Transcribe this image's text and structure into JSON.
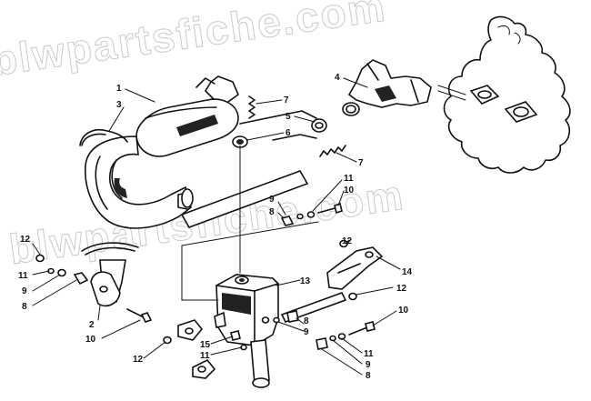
{
  "watermark": "blwpartsfiche.com",
  "callouts": [
    {
      "id": "c1",
      "text": "1"
    },
    {
      "id": "c3",
      "text": "3"
    },
    {
      "id": "c4",
      "text": "4"
    },
    {
      "id": "c5",
      "text": "5"
    },
    {
      "id": "c6",
      "text": "6"
    },
    {
      "id": "c7a",
      "text": "7"
    },
    {
      "id": "c7b",
      "text": "7"
    },
    {
      "id": "c9a",
      "text": "9"
    },
    {
      "id": "c8a",
      "text": "8"
    },
    {
      "id": "c11a",
      "text": "11"
    },
    {
      "id": "c10a",
      "text": "10"
    },
    {
      "id": "c12a",
      "text": "12"
    },
    {
      "id": "c11b",
      "text": "11"
    },
    {
      "id": "c9b",
      "text": "9"
    },
    {
      "id": "c8b",
      "text": "8"
    },
    {
      "id": "c2",
      "text": "2"
    },
    {
      "id": "c10b",
      "text": "10"
    },
    {
      "id": "c12b",
      "text": "12"
    },
    {
      "id": "c14",
      "text": "14"
    },
    {
      "id": "c13",
      "text": "13"
    },
    {
      "id": "c12c",
      "text": "12"
    },
    {
      "id": "c10c",
      "text": "10"
    },
    {
      "id": "c8c",
      "text": "8"
    },
    {
      "id": "c9c",
      "text": "9"
    },
    {
      "id": "c15",
      "text": "15"
    },
    {
      "id": "c11c",
      "text": "11"
    },
    {
      "id": "c12d",
      "text": "12"
    },
    {
      "id": "c11d",
      "text": "11"
    },
    {
      "id": "c9d",
      "text": "9"
    },
    {
      "id": "c8d",
      "text": "8"
    }
  ]
}
